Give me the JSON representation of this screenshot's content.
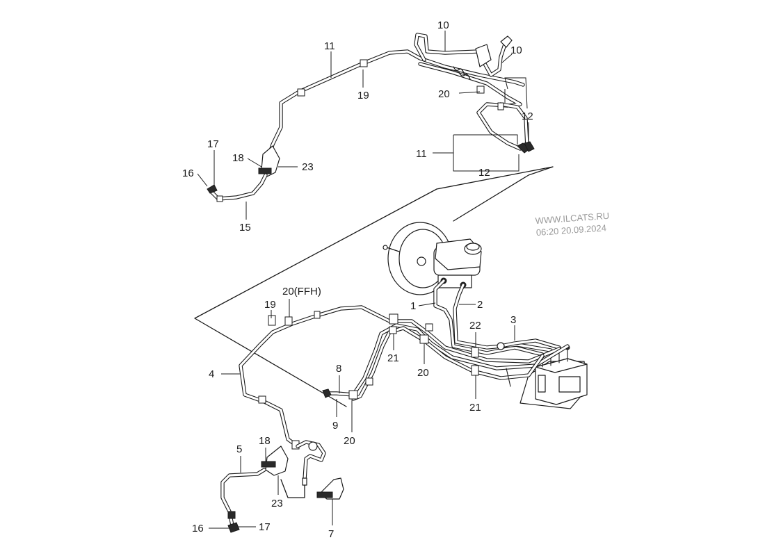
{
  "watermark": {
    "site": "WWW.ILCATS.RU",
    "timestamp": "06:20 20.09.2024"
  },
  "callouts": {
    "top": {
      "c10a": "10",
      "c10b": "10",
      "c11a": "11",
      "c11b": "11",
      "c12a": "12",
      "c12b": "12",
      "c15": "15",
      "c16": "16",
      "c17": "17",
      "c18": "18",
      "c19": "19",
      "c20": "20",
      "c23": "23"
    },
    "bottom": {
      "c1": "1",
      "c2": "2",
      "c3": "3",
      "c4": "4",
      "c5": "5",
      "c7": "7",
      "c8": "8",
      "c9": "9",
      "c16": "16",
      "c17": "17",
      "c18": "18",
      "c19": "19",
      "c20ffh": "20(FFH)",
      "c20a": "20",
      "c20b": "20",
      "c21a": "21",
      "c21b": "21",
      "c22": "22",
      "c23": "23"
    }
  }
}
